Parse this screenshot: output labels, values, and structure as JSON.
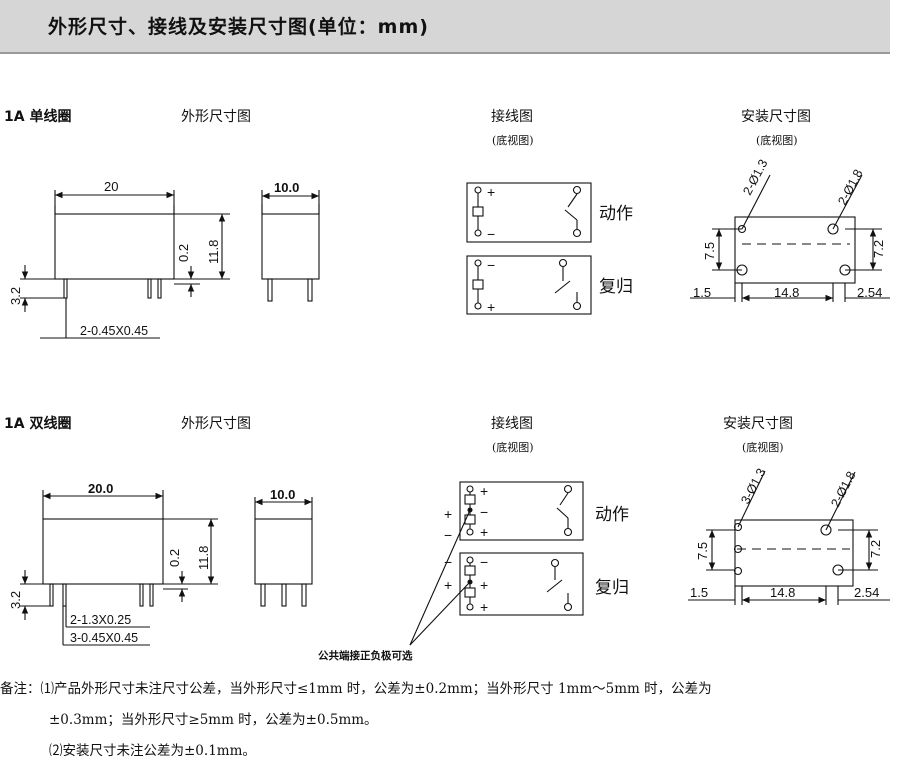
{
  "title": "外形尺寸、接线及安装尺寸图(单位：mm)",
  "sections": [
    {
      "name": "1A 单线圈",
      "outline_title": "外形尺寸图",
      "wiring_title": "接线图",
      "wiring_sub": "(底视图)",
      "mount_title": "安装尺寸图",
      "mount_sub": "(底视图)",
      "dims": {
        "w": "20",
        "d": "10.0",
        "h": "11.8",
        "gap": "0.2",
        "pin": "3.2",
        "pins": "2-0.45X0.45"
      },
      "wiring_labels": {
        "action": "动作",
        "reset": "复归"
      },
      "mount": {
        "hole_a": "2-Ø1.3",
        "hole_b": "2-Ø1.8",
        "left": "1.5",
        "mid": "14.8",
        "right": "2.54",
        "h_left": "7.5",
        "h_right": "7.2"
      }
    },
    {
      "name": "1A 双线圈",
      "outline_title": "外形尺寸图",
      "wiring_title": "接线图",
      "wiring_sub": "(底视图)",
      "mount_title": "安装尺寸图",
      "mount_sub": "(底视图)",
      "dims": {
        "w": "20.0",
        "d": "10.0",
        "h": "11.8",
        "gap": "0.2",
        "pin": "3.2",
        "pins_a": "2-1.3X0.25",
        "pins_b": "3-0.45X0.45"
      },
      "wiring_labels": {
        "action": "动作",
        "reset": "复归",
        "common": "公共端接正负极可选"
      },
      "mount": {
        "hole_a": "3-Ø1.3",
        "hole_b": "2-Ø1.8",
        "left": "1.5",
        "mid": "14.8",
        "right": "2.54",
        "h_left": "7.5",
        "h_right": "7.2"
      }
    }
  ],
  "symbols": {
    "plus": "+",
    "minus": "−"
  },
  "notes": [
    "备注：⑴产品外形尺寸未注尺寸公差，当外形尺寸≤1mm 时，公差为±0.2mm；当外形尺寸 1mm～5mm 时，公差为",
    "±0.3mm；当外形尺寸≥5mm 时，公差为±0.5mm。",
    "⑵安装尺寸未注公差为±0.1mm。"
  ]
}
